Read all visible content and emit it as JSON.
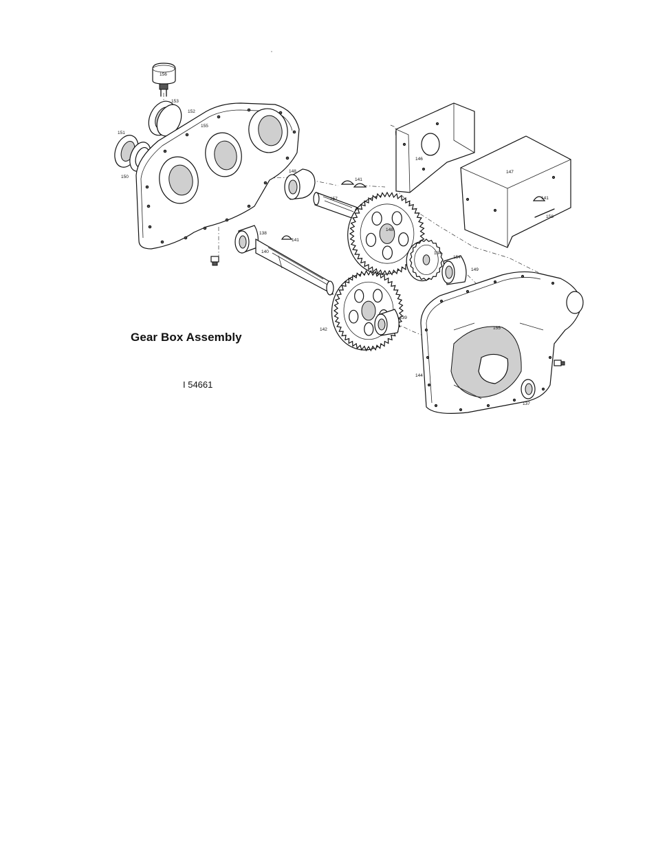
{
  "title": "Gear Box Assembly",
  "figure_number": "I 54661",
  "callouts": {
    "c156": "156",
    "c153": "153",
    "c152": "152",
    "c151": "151",
    "c150": "150",
    "c155_left": "155",
    "c148_bearing": "148",
    "c141_top": "141",
    "c157": "157",
    "c148_gear": "148",
    "c138_left": "138",
    "c141_mid": "141",
    "c140": "140",
    "c134": "134",
    "c154": "154",
    "c149": "149",
    "c146": "146",
    "c147": "147",
    "c141_right": "141",
    "c158": "158",
    "c139": "139",
    "c142": "142",
    "c155_right": "155",
    "c144": "144",
    "c137": "137"
  }
}
